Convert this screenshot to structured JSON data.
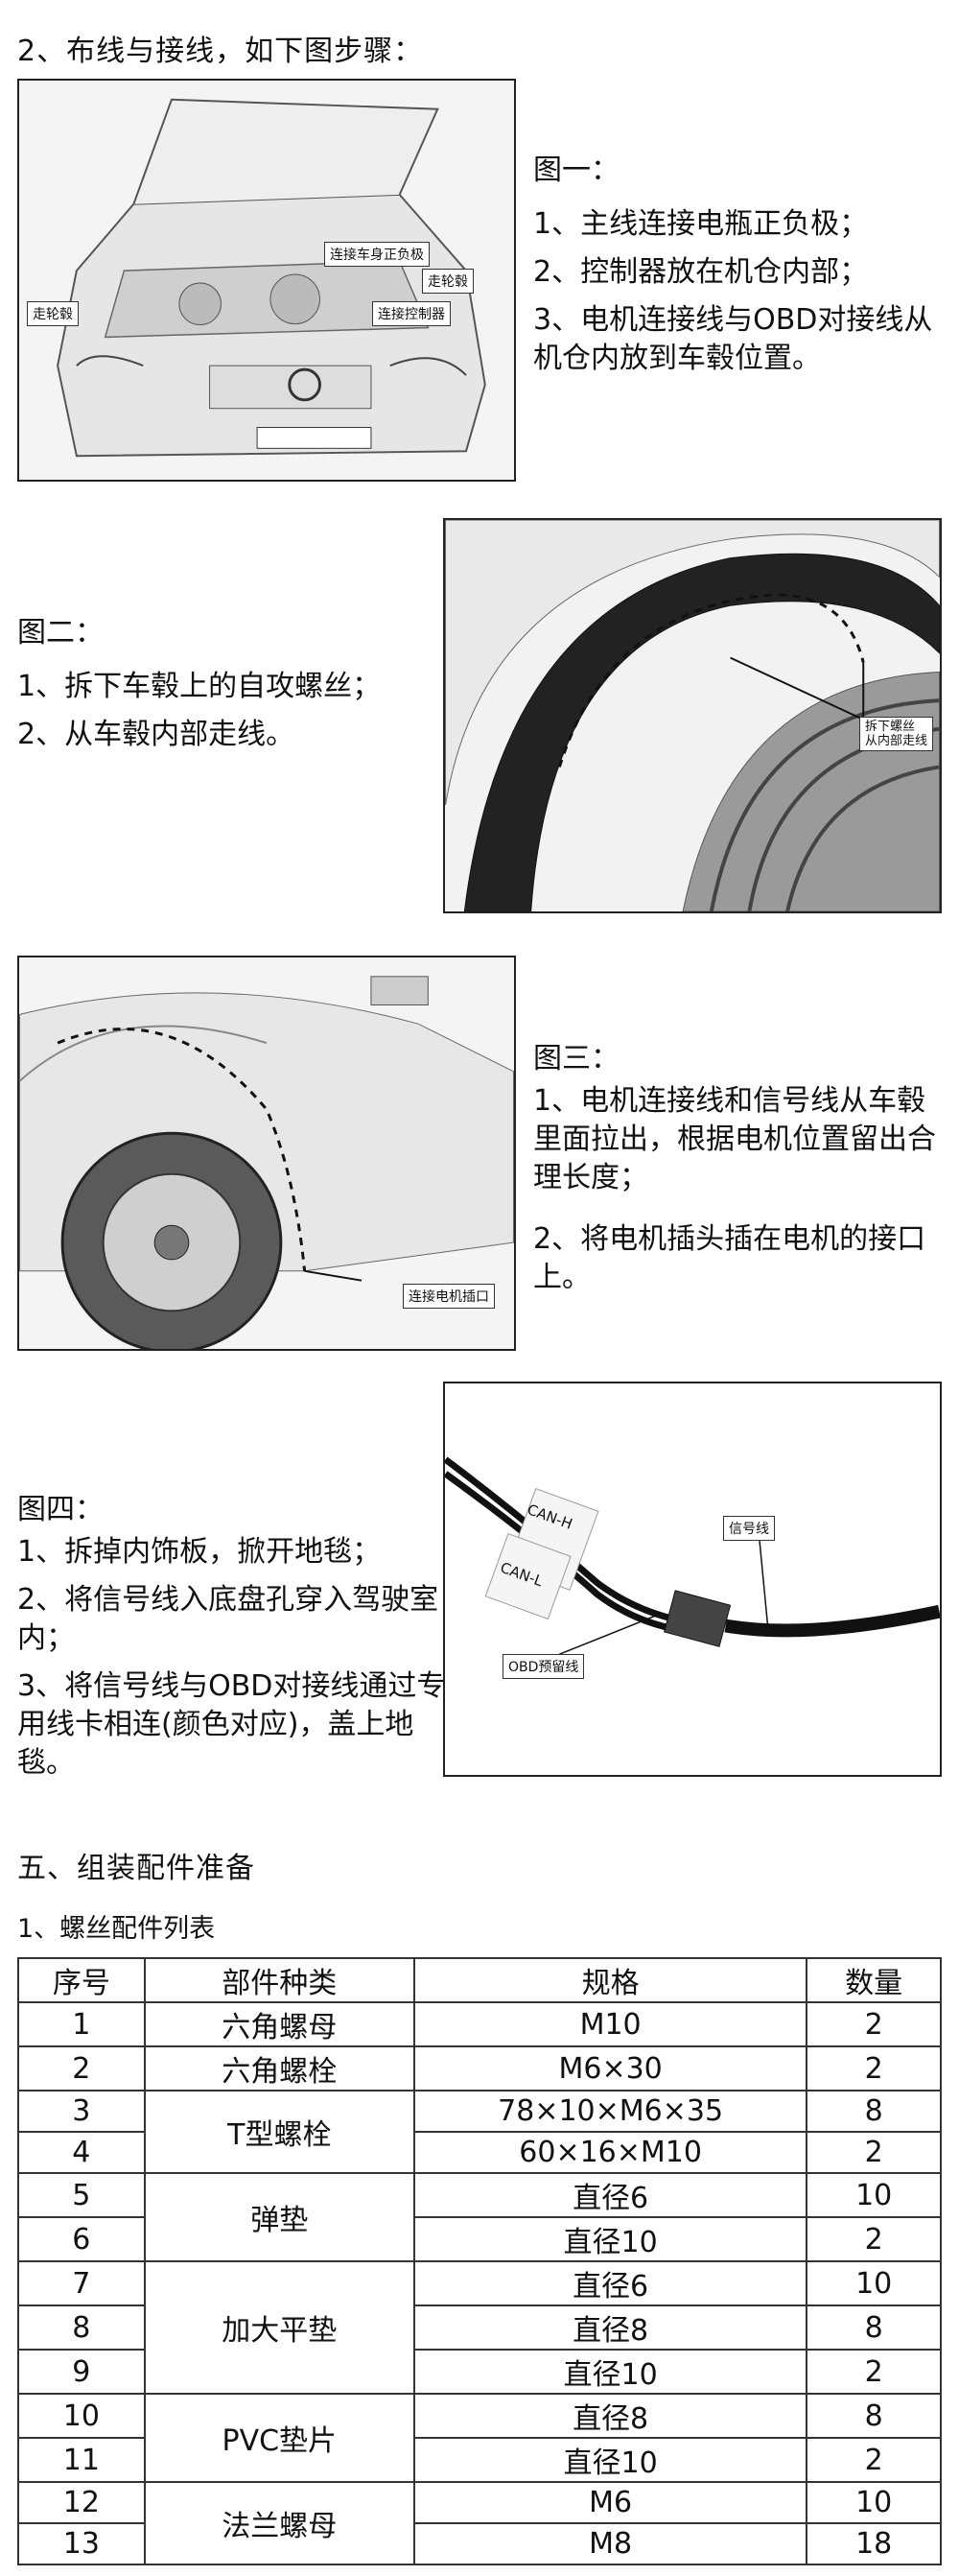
{
  "section2": {
    "title": "2、布线与接线，如下图步骤："
  },
  "figures": [
    {
      "title": "图一：",
      "steps": [
        "1、主线连接电瓶正负极；",
        "2、控制器放在机仓内部；",
        "3、电机连接线与OBD对接线从机仓内放到车毂位置。"
      ],
      "labels": [
        "连接车身正负极",
        "走轮毂",
        "走轮毂",
        "连接控制器"
      ]
    },
    {
      "title": "图二：",
      "steps": [
        "1、拆下车毂上的自攻螺丝；",
        "2、从车毂内部走线。"
      ],
      "labels": [
        "拆下螺丝",
        "从内部走线"
      ]
    },
    {
      "title": "图三：",
      "steps": [
        "1、电机连接线和信号线从车毂里面拉出，根据电机位置留出合理长度；",
        "2、将电机插头插在电机的接口上。"
      ],
      "labels": [
        "连接电机插口"
      ]
    },
    {
      "title": "图四：",
      "steps": [
        "1、拆掉内饰板，掀开地毯；",
        "2、将信号线入底盘孔穿入驾驶室内；",
        "3、将信号线与OBD对接线通过专用线卡相连(颜色对应)，盖上地毯。"
      ],
      "labels": [
        "CAN-H",
        "CAN-L",
        "信号线",
        "OBD预留线"
      ]
    }
  ],
  "section5": {
    "title": "五、组装配件准备",
    "subtitle": "1、螺丝配件列表"
  },
  "table": {
    "headers": [
      "序号",
      "部件种类",
      "规格",
      "数量"
    ],
    "groups": [
      {
        "type": "六角螺母",
        "rows": [
          [
            "1",
            "M10",
            "2"
          ]
        ]
      },
      {
        "type": "六角螺栓",
        "rows": [
          [
            "2",
            "M6×30",
            "2"
          ]
        ]
      },
      {
        "type": "T型螺栓",
        "rows": [
          [
            "3",
            "78×10×M6×35",
            "8"
          ],
          [
            "4",
            "60×16×M10",
            "2"
          ]
        ]
      },
      {
        "type": "弹垫",
        "rows": [
          [
            "5",
            "直径6",
            "10"
          ],
          [
            "6",
            "直径10",
            "2"
          ]
        ]
      },
      {
        "type": "加大平垫",
        "rows": [
          [
            "7",
            "直径6",
            "10"
          ],
          [
            "8",
            "直径8",
            "8"
          ],
          [
            "9",
            "直径10",
            "2"
          ]
        ]
      },
      {
        "type": "PVC垫片",
        "rows": [
          [
            "10",
            "直径8",
            "8"
          ],
          [
            "11",
            "直径10",
            "2"
          ]
        ]
      },
      {
        "type": "法兰螺母",
        "rows": [
          [
            "12",
            "M6",
            "10"
          ],
          [
            "13",
            "M8",
            "18"
          ]
        ]
      }
    ]
  }
}
